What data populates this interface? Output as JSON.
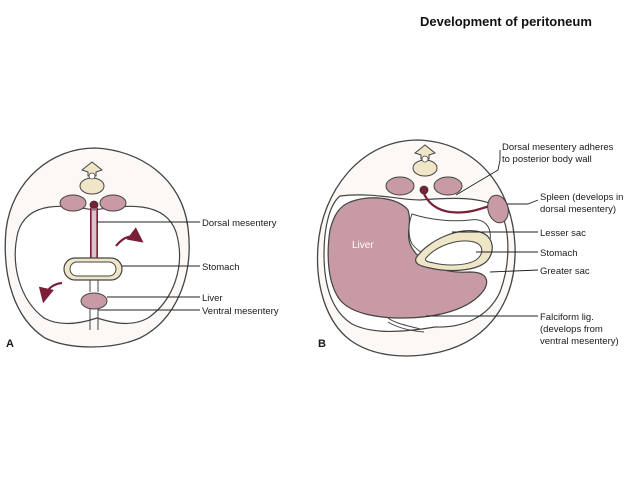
{
  "title": "Development of peritoneum",
  "panel_a": {
    "letter": "A",
    "labels": {
      "dorsal_mesentery": "Dorsal mesentery",
      "stomach": "Stomach",
      "liver": "Liver",
      "ventral_mesentery": "Ventral mesentery"
    }
  },
  "panel_b": {
    "letter": "B",
    "liver_text": "Liver",
    "labels": {
      "dorsal_adheres_1": "Dorsal mesentery adheres",
      "dorsal_adheres_2": "to posterior body wall",
      "spleen_1": "Spleen (develops in",
      "spleen_2": "dorsal mesentery)",
      "lesser_sac": "Lesser sac",
      "stomach": "Stomach",
      "greater_sac": "Greater sac",
      "falciform_1": "Falciform lig.",
      "falciform_2": "(develops from",
      "falciform_3": "ventral mesentery)"
    }
  },
  "colors": {
    "organ_pink": "#c79aa4",
    "mesentery": "#7a1f35",
    "outline": "#444444",
    "cavity_fill": "#ffffff",
    "body_fill": "#fbf8f6"
  }
}
